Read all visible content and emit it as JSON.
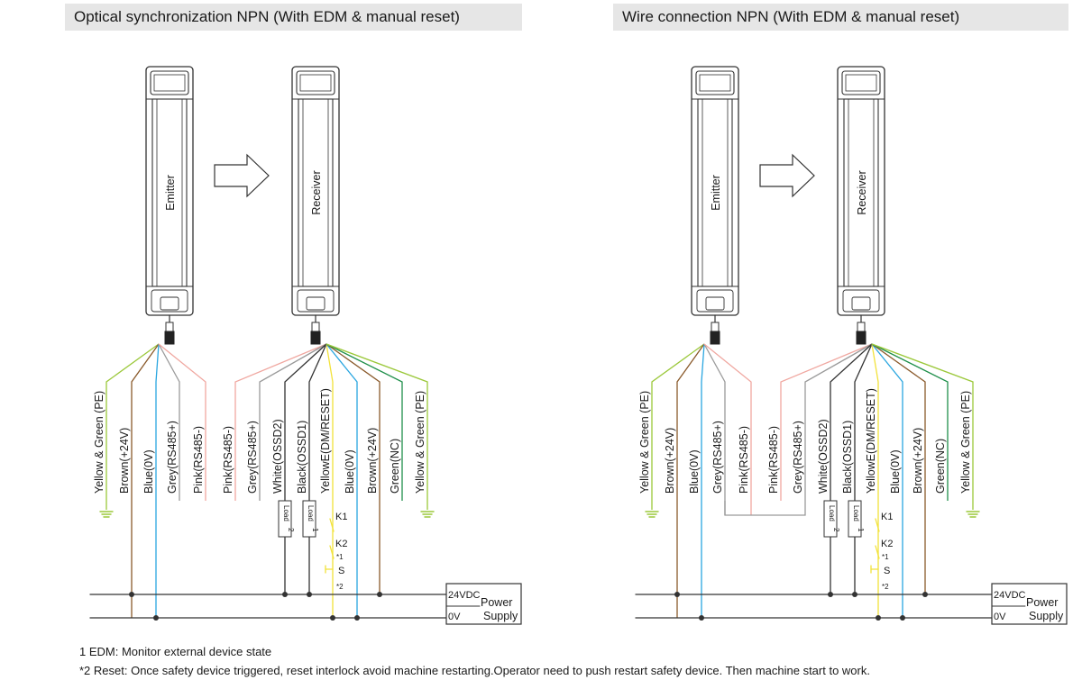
{
  "left_panel": {
    "title": "Optical synchronization NPN (With EDM & manual reset)",
    "emitter_label": "Emitter",
    "receiver_label": "Receiver",
    "emitter_wires": [
      "Yellow & Green (PE)",
      "Brown(+24V)",
      "Blue(0V)",
      "Grey(RS485+)",
      "Pink(RS485-)"
    ],
    "receiver_wires": [
      "Pink(RS485-)",
      "Grey(RS485+)",
      "White(OSSD2)",
      "Black(OSSD1)",
      "YellowE(DM/RESET)",
      "Blue(0V)",
      "Brown(+24V)",
      "Green(NC)",
      "Yellow & Green (PE)"
    ],
    "load1": "Load 1",
    "load2": "Load 2",
    "k1": "K1",
    "k2": "K2",
    "s": "S",
    "ref1": "*1",
    "ref2": "*2",
    "psu_24": "24VDC",
    "psu_0": "0V",
    "psu_power": "Power",
    "psu_supply": "Supply"
  },
  "right_panel": {
    "title": "Wire connection NPN (With EDM & manual reset)",
    "emitter_label": "Emitter",
    "receiver_label": "Receiver",
    "emitter_wires": [
      "Yellow & Green (PE)",
      "Brown(+24V)",
      "Blue(0V)",
      "Grey(RS485+)",
      "Pink(RS485-)"
    ],
    "receiver_wires": [
      "Pink(RS485-)",
      "Grey(RS485+)",
      "White(OSSD2)",
      "Black(OSSD1)",
      "YellowE(DM/RESET)",
      "Blue(0V)",
      "Brown(+24V)",
      "Green(NC)",
      "Yellow & Green (PE)"
    ],
    "load1": "Load 1",
    "load2": "Load 2",
    "k1": "K1",
    "k2": "K2",
    "s": "S",
    "ref1": "*1",
    "ref2": "*2",
    "psu_24": "24VDC",
    "psu_0": "0V",
    "psu_power": "Power",
    "psu_supply": "Supply"
  },
  "notes": {
    "note1": "1 EDM: Monitor external device state",
    "note2": "*2 Reset: Once safety device triggered, reset interlock avoid machine restarting.Operator need to push restart safety device. Then machine start to work."
  },
  "colors": {
    "yellow_green": "#9bc83a",
    "brown": "#8a5a2b",
    "blue": "#2aa6e0",
    "grey": "#9a9a9a",
    "pink": "#f0a7a0",
    "white_wire": "#b8b8b8",
    "black_wire": "#333333",
    "yellow": "#f2e23a",
    "green": "#1f8f4a",
    "rail": "#333333"
  }
}
